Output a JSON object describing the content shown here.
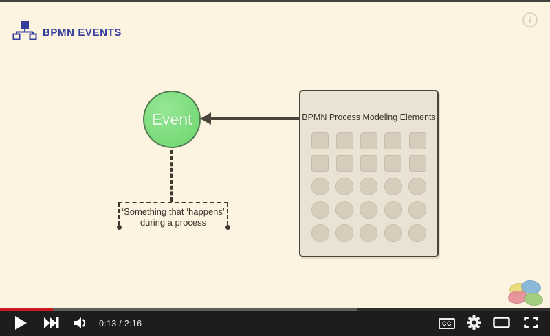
{
  "video": {
    "brand": {
      "title": "BPMN EVENTS"
    },
    "info_label": "i",
    "event_circle": {
      "label": "Event",
      "fill": "#79da79"
    },
    "annotation": {
      "line1": "‘Something that ‘happens’",
      "line2": "during a process"
    },
    "panel": {
      "title": "BPMN Process Modeling Elements",
      "grid": {
        "cols": 5,
        "row_shapes": [
          "square",
          "square",
          "circle",
          "circle",
          "circle"
        ]
      }
    },
    "watermark_colors": {
      "yellow": "#e9dc72",
      "blue": "#7fb3da",
      "pink": "#e68b97",
      "green": "#9ccb77"
    }
  },
  "controls": {
    "time_display": "0:13 / 2:16",
    "cc_label": "CC",
    "progress_percent": 9.6,
    "buffered_percent": 65,
    "accent_color": "#cc181e"
  }
}
